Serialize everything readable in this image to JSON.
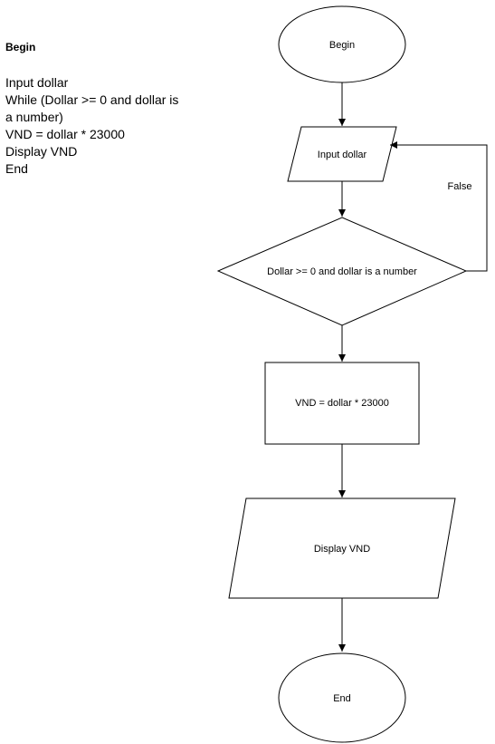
{
  "pseudocode": {
    "title": "Begin",
    "lines": [
      "Input dollar",
      "While (Dollar >= 0 and dollar is",
      "a number)",
      "VND = dollar * 23000",
      "Display VND",
      "End"
    ]
  },
  "flowchart": {
    "begin": "Begin",
    "input": "Input dollar",
    "condition": "Dollar >= 0 and dollar is a number",
    "false_label": "False",
    "process": "VND = dollar * 23000",
    "output": "Display VND",
    "end": "End"
  },
  "colors": {
    "stroke": "#000000",
    "fill": "#ffffff"
  }
}
